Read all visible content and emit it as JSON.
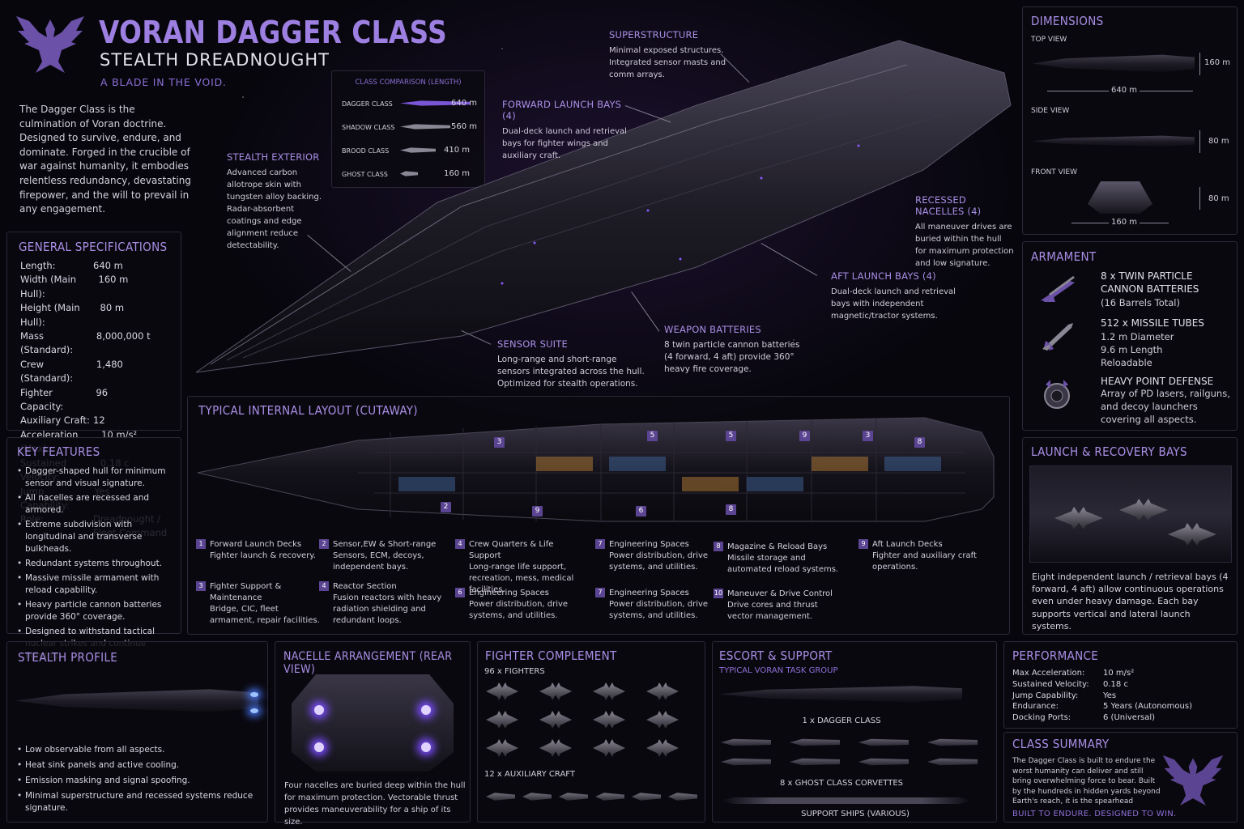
{
  "title": "VORAN DAGGER CLASS",
  "subtitle": "STEALTH DREADNOUGHT",
  "tagline": "A BLADE IN THE VOID.",
  "intro": "The Dagger Class is the culmination of Voran doctrine. Designed to survive, endure, and dominate. Forged in the crucible of war against humanity, it embodies relentless redundancy, devastating firepower, and the will to prevail in any engagement.",
  "logo_icon": "eagle-emblem-icon",
  "comparison": {
    "title": "CLASS COMPARISON (LENGTH)",
    "rows": [
      {
        "name": "DAGGER CLASS",
        "length": "640 m"
      },
      {
        "name": "SHADOW CLASS",
        "length": "560 m"
      },
      {
        "name": "BROOD CLASS",
        "length": "410 m"
      },
      {
        "name": "GHOST CLASS",
        "length": "160 m"
      }
    ]
  },
  "callouts": {
    "superstructure": {
      "title": "SUPERSTRUCTURE",
      "text": "Minimal exposed structures. Integrated sensor masts and comm arrays."
    },
    "forward_bays": {
      "title": "FORWARD LAUNCH BAYS (4)",
      "text": "Dual-deck launch and retrieval bays for fighter wings and auxiliary craft."
    },
    "stealth_exterior": {
      "title": "STEALTH EXTERIOR",
      "text": "Advanced carbon allotrope skin with tungsten alloy backing. Radar-absorbent coatings and edge alignment reduce detectability."
    },
    "recessed_nacelles": {
      "title": "RECESSED NACELLES (4)",
      "text": "All maneuver drives are buried within the hull for maximum protection and low signature."
    },
    "aft_bays": {
      "title": "AFT LAUNCH BAYS (4)",
      "text": "Dual-deck launch and retrieval bays with independent magnetic/tractor systems."
    },
    "sensor_suite": {
      "title": "SENSOR SUITE",
      "text": "Long-range and short-range sensors integrated across the hull. Optimized for stealth operations."
    },
    "weapon_batteries": {
      "title": "WEAPON BATTERIES",
      "text": "8 twin particle cannon batteries (4 forward, 4 aft) provide 360° heavy fire coverage."
    }
  },
  "general_specs": {
    "title": "GENERAL SPECIFICATIONS",
    "rows": [
      {
        "k": "Length:",
        "v": "640 m"
      },
      {
        "k": "Width (Main Hull):",
        "v": "160 m"
      },
      {
        "k": "Height (Main Hull):",
        "v": "80 m"
      },
      {
        "k": "Mass (Standard):",
        "v": "8,000,000 t"
      },
      {
        "k": "Crew (Standard):",
        "v": "1,480"
      },
      {
        "k": "Fighter Capacity:",
        "v": "96"
      },
      {
        "k": "Auxiliary Craft:",
        "v": "12"
      },
      {
        "k": "Acceleration (Max):",
        "v": "10 m/s²"
      },
      {
        "k": "Sustained Velocity:",
        "v": "0.18 c"
      },
      {
        "k": "Jump Capability:",
        "v": "Yes"
      },
      {
        "k": "Role:",
        "v": "Dreadnought / Fleet Command"
      }
    ]
  },
  "key_features": {
    "title": "KEY FEATURES",
    "items": [
      "Dagger-shaped hull for minimum sensor and visual signature.",
      "All nacelles are recessed and armored.",
      "Extreme subdivision with longitudinal and transverse bulkheads.",
      "Redundant systems throughout.",
      "Massive missile armament with reload capability.",
      "Heavy particle cannon batteries provide 360° coverage.",
      "Designed to withstand tactical nuclear strikes and continue fighting."
    ]
  },
  "cutaway": {
    "title": "TYPICAL INTERNAL LAYOUT (CUTAWAY)",
    "markers": [
      "3",
      "2",
      "9",
      "5",
      "6",
      "5",
      "8",
      "9",
      "3",
      "8"
    ],
    "legend": [
      {
        "n": "1",
        "title": "Forward Launch Decks",
        "text": "Fighter launch & recovery."
      },
      {
        "n": "2",
        "title": "Sensor,EW & Short-range",
        "text": "Sensors, ECM, decoys, independent bays."
      },
      {
        "n": "4",
        "title": "Crew Quarters & Life Support",
        "text": "Long-range life support, recreation, mess, medical facilities."
      },
      {
        "n": "7",
        "title": "Engineering Spaces",
        "text": "Power distribution, drive systems, and utilities."
      },
      {
        "n": "8",
        "title": "Magazine & Reload Bays",
        "text": "Missile storage and automated reload systems."
      },
      {
        "n": "9",
        "title": "Aft Launch Decks",
        "text": "Fighter and auxiliary craft operations."
      },
      {
        "n": "3",
        "title": "Fighter Support & Maintenance",
        "text": "Bridge, CIC, fleet armament, repair facilities."
      },
      {
        "n": "4",
        "title": "Reactor Section",
        "text": "Fusion reactors with heavy radiation shielding and redundant loops."
      },
      {
        "n": "6",
        "title": "Engineering Spaces",
        "text": "Power distribution, drive systems, and utilities."
      },
      {
        "n": "7",
        "title": "Engineering Spaces",
        "text": "Power distribution, drive systems, and utilities."
      },
      {
        "n": "10",
        "title": "Maneuver & Drive Control",
        "text": "Drive cores and thrust vector management."
      }
    ]
  },
  "dimensions": {
    "title": "DIMENSIONS",
    "top_label": "TOP VIEW",
    "top_len": "640 m",
    "top_w": "160 m",
    "side_label": "SIDE VIEW",
    "side_h": "80 m",
    "front_label": "FRONT VIEW",
    "front_h": "80 m",
    "front_w": "160 m"
  },
  "armament": {
    "title": "ARMAMENT",
    "items": [
      {
        "icon": "particle-cannon-icon",
        "head": "8 x TWIN PARTICLE CANNON BATTERIES",
        "sub": "(16 Barrels Total)"
      },
      {
        "icon": "missile-icon",
        "head": "512 x MISSILE TUBES",
        "sub": "1.2 m Diameter\n9.6 m Length\nReloadable"
      },
      {
        "icon": "point-defense-icon",
        "head": "HEAVY POINT DEFENSE",
        "sub": "Array of PD lasers, railguns, and decoy launchers covering all aspects."
      }
    ]
  },
  "launch_bays": {
    "title": "LAUNCH & RECOVERY BAYS",
    "text": "Eight independent launch / retrieval bays (4 forward, 4 aft) allow continuous operations even under heavy damage. Each bay supports vertical and lateral launch systems."
  },
  "stealth_profile": {
    "title": "STEALTH PROFILE",
    "items": [
      "Low observable from all aspects.",
      "Heat sink panels and active cooling.",
      "Emission masking and signal spoofing.",
      "Minimal superstructure and recessed systems reduce signature."
    ]
  },
  "nacelle": {
    "title": "NACELLE ARRANGEMENT (REAR VIEW)",
    "text": "Four nacelles are buried deep within the hull for maximum protection. Vectorable thrust provides maneuverability for a ship of its size."
  },
  "fighters": {
    "title": "FIGHTER COMPLEMENT",
    "fighters_label": "96 x FIGHTERS",
    "aux_label": "12 x AUXILIARY CRAFT"
  },
  "escort": {
    "title": "ESCORT & SUPPORT",
    "subtitle": "TYPICAL VORAN TASK GROUP",
    "dagger_label": "1 x DAGGER CLASS",
    "ghost_label": "8 x GHOST CLASS CORVETTES",
    "support_label": "SUPPORT SHIPS (VARIOUS)"
  },
  "performance": {
    "title": "PERFORMANCE",
    "rows": [
      {
        "k": "Max Acceleration:",
        "v": "10 m/s²"
      },
      {
        "k": "Sustained Velocity:",
        "v": "0.18 c"
      },
      {
        "k": "Jump Capability:",
        "v": "Yes"
      },
      {
        "k": "Endurance:",
        "v": "5 Years (Autonomous)"
      },
      {
        "k": "Docking Ports:",
        "v": "6 (Universal)"
      }
    ]
  },
  "summary": {
    "title": "CLASS SUMMARY",
    "text": "The Dagger Class is built to endure the worst humanity can deliver and still bring overwhelming force to bear. Built by the hundreds in hidden yards beyond Earth's reach, it is the spearhead",
    "motto": "BUILT TO ENDURE. DESIGNED TO WIN."
  },
  "colors": {
    "accent": "#a98fe6",
    "panel_border": "#2c2838",
    "glow": "#8a5cff"
  }
}
